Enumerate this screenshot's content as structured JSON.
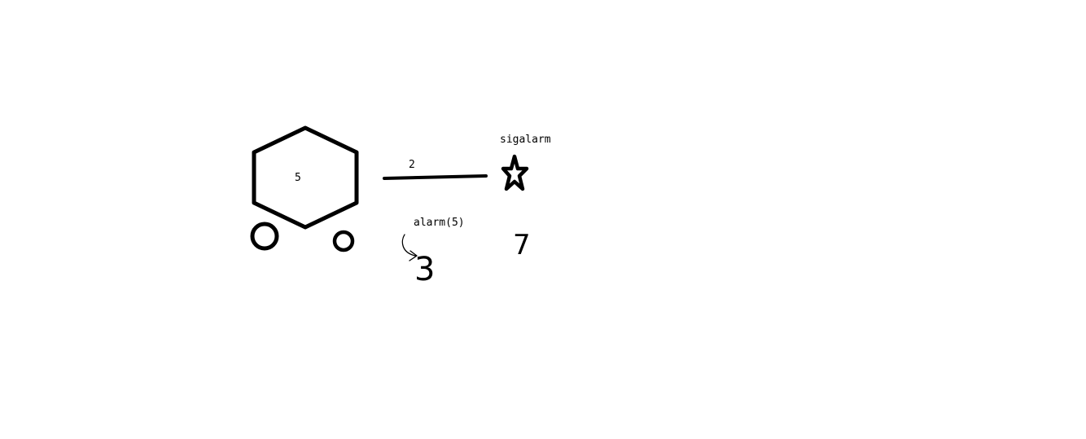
{
  "diagram": {
    "hexagon_label": "5",
    "line_label": "2",
    "star_label": "sigalarm",
    "call_label": "alarm(5)",
    "handwritten_digit_left": "3",
    "handwritten_digit_right": "7"
  },
  "colors": {
    "ink": "#000000",
    "background": "#ffffff"
  }
}
